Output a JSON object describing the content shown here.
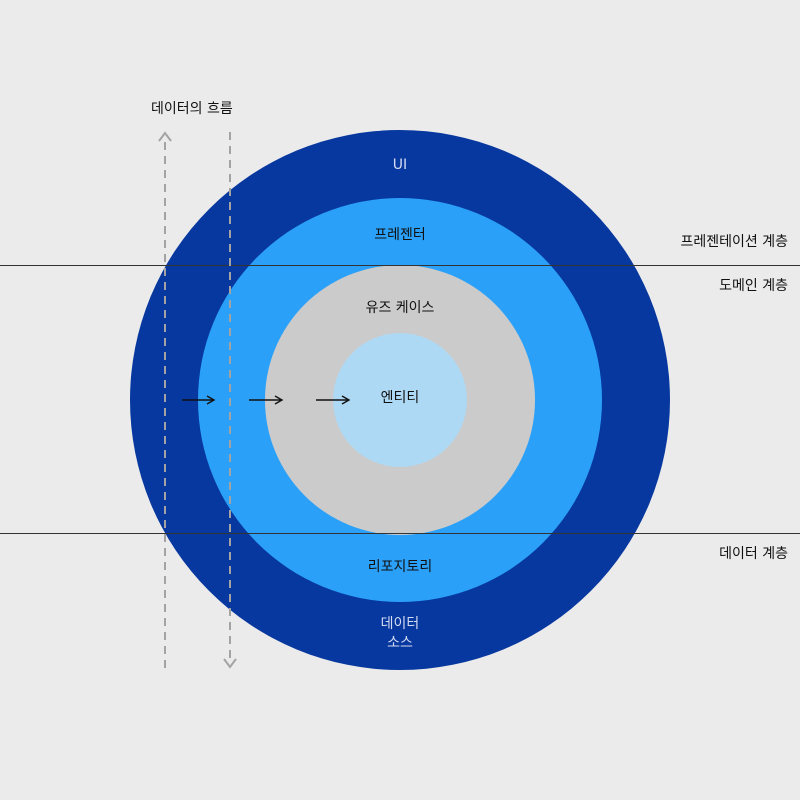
{
  "flow": {
    "label": "데이터의 흐름"
  },
  "rings": {
    "outer": {
      "label_top": "UI",
      "label_bottom_line1": "데이터",
      "label_bottom_line2": "소스",
      "color": "#07389f"
    },
    "middle": {
      "label_top": "프레젠터",
      "label_bottom": "리포지토리",
      "color": "#2aa0f8"
    },
    "inner": {
      "label": "유즈 케이스",
      "color": "#cccbcc"
    },
    "core": {
      "label": "엔티티",
      "color": "#aed9f4"
    }
  },
  "layers": {
    "presentation": "프레젠테이션 계층",
    "domain": "도메인 계층",
    "data": "데이터 계층"
  },
  "arrows": {
    "count": 3,
    "direction": "right"
  }
}
